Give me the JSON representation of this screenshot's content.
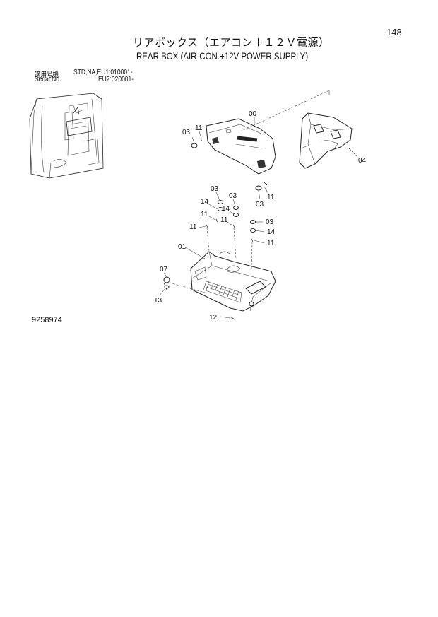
{
  "page": {
    "number": "148",
    "title_ja": "リアボックス（エアコン＋１２Ｖ電源）",
    "title_en": "REAR BOX (AIR-CON.+12V POWER SUPPLY)",
    "serial": {
      "label_ja": "適用号機",
      "label_en": "Serial No.",
      "eu1": "STD,NA,EU1:010001-",
      "eu2": "EU2:020001-"
    },
    "figure_number": "9258974"
  },
  "callouts": {
    "c00": "00",
    "c03a": "03",
    "c11a": "11",
    "c04": "04",
    "c11b": "11",
    "c03b": "03",
    "c03c": "03",
    "c03d": "03",
    "c14a": "14",
    "c14b": "14",
    "c11c": "11",
    "c11d": "11",
    "c11e": "11",
    "c03e": "03",
    "c14c": "14",
    "c11f": "11",
    "c01": "01",
    "c07": "07",
    "c13": "13",
    "c12": "12"
  }
}
